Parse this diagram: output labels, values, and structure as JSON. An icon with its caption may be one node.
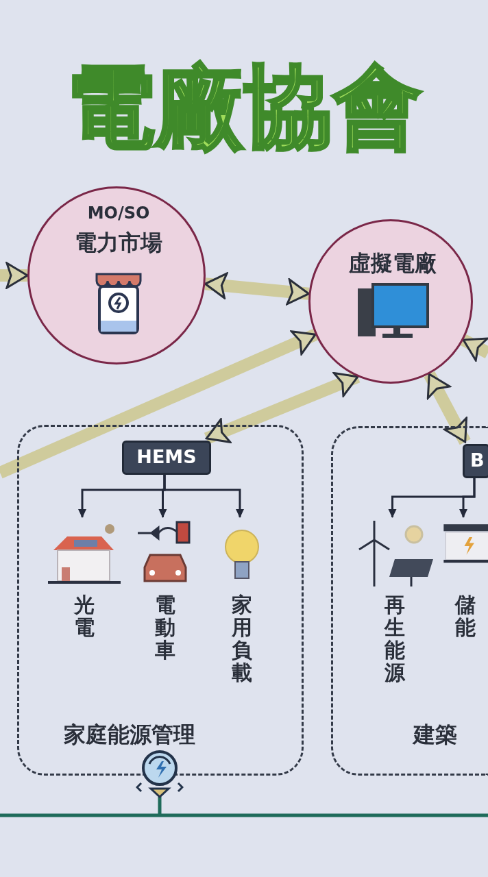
{
  "diagram": {
    "title": "電廠協會",
    "nodes": [
      {
        "text": [
          "MO/SO",
          "電力市場"
        ]
      },
      {
        "text": [
          "虛擬電廠"
        ]
      },
      {
        "text": [
          "家庭能源管理"
        ]
      },
      {
        "text": [
          "HEMS"
        ],
        "in": 2
      },
      {
        "text": [
          "光電"
        ],
        "in": 2
      },
      {
        "text": [
          "電動車"
        ],
        "in": 2
      },
      {
        "text": [
          "家用負載"
        ],
        "in": 2
      },
      {
        "text": [
          "建築"
        ]
      },
      {
        "text": [
          "B"
        ],
        "in": 7
      },
      {
        "text": [
          "再生能源"
        ],
        "in": 7
      },
      {
        "text": [
          "儲能"
        ],
        "in": 7
      },
      {
        "text": [],
        "shape": "picture"
      }
    ],
    "edges": [
      {
        "from": null,
        "to": 0,
        "arrow": "to"
      },
      {
        "from": 0,
        "to": 1,
        "arrow": "both"
      },
      {
        "from": null,
        "to": 1,
        "arrow": "to"
      },
      {
        "from": 3,
        "to": 1,
        "arrow": "both"
      },
      {
        "from": 1,
        "to": 8,
        "arrow": "both"
      },
      {
        "from": null,
        "to": 1,
        "arrow": "to"
      },
      {
        "from": 3,
        "to": 4,
        "arrow": "to",
        "color": "#23293a"
      },
      {
        "from": 3,
        "to": 5,
        "arrow": "to",
        "color": "#23293a"
      },
      {
        "from": 3,
        "to": 6,
        "arrow": "to",
        "color": "#23293a"
      },
      {
        "from": 8,
        "to": 9,
        "arrow": "to",
        "color": "#23293a"
      },
      {
        "from": 8,
        "to": 10,
        "arrow": "to",
        "color": "#23293a"
      }
    ]
  }
}
